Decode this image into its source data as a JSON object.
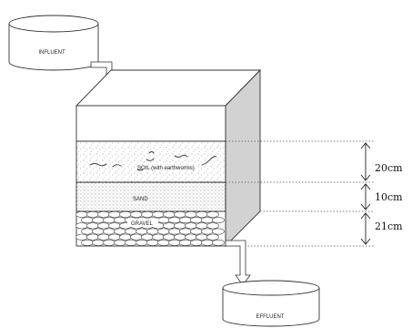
{
  "tanks": {
    "influent": "INFLUENT",
    "effluent": "EFFLUENT"
  },
  "layers": {
    "soil": "SOIL (with earthworms)",
    "sand": "SAND",
    "gravel": "GRAVEL"
  },
  "dimensions": {
    "soil": "20cm",
    "sand": "10cm",
    "gravel": "21cm"
  }
}
